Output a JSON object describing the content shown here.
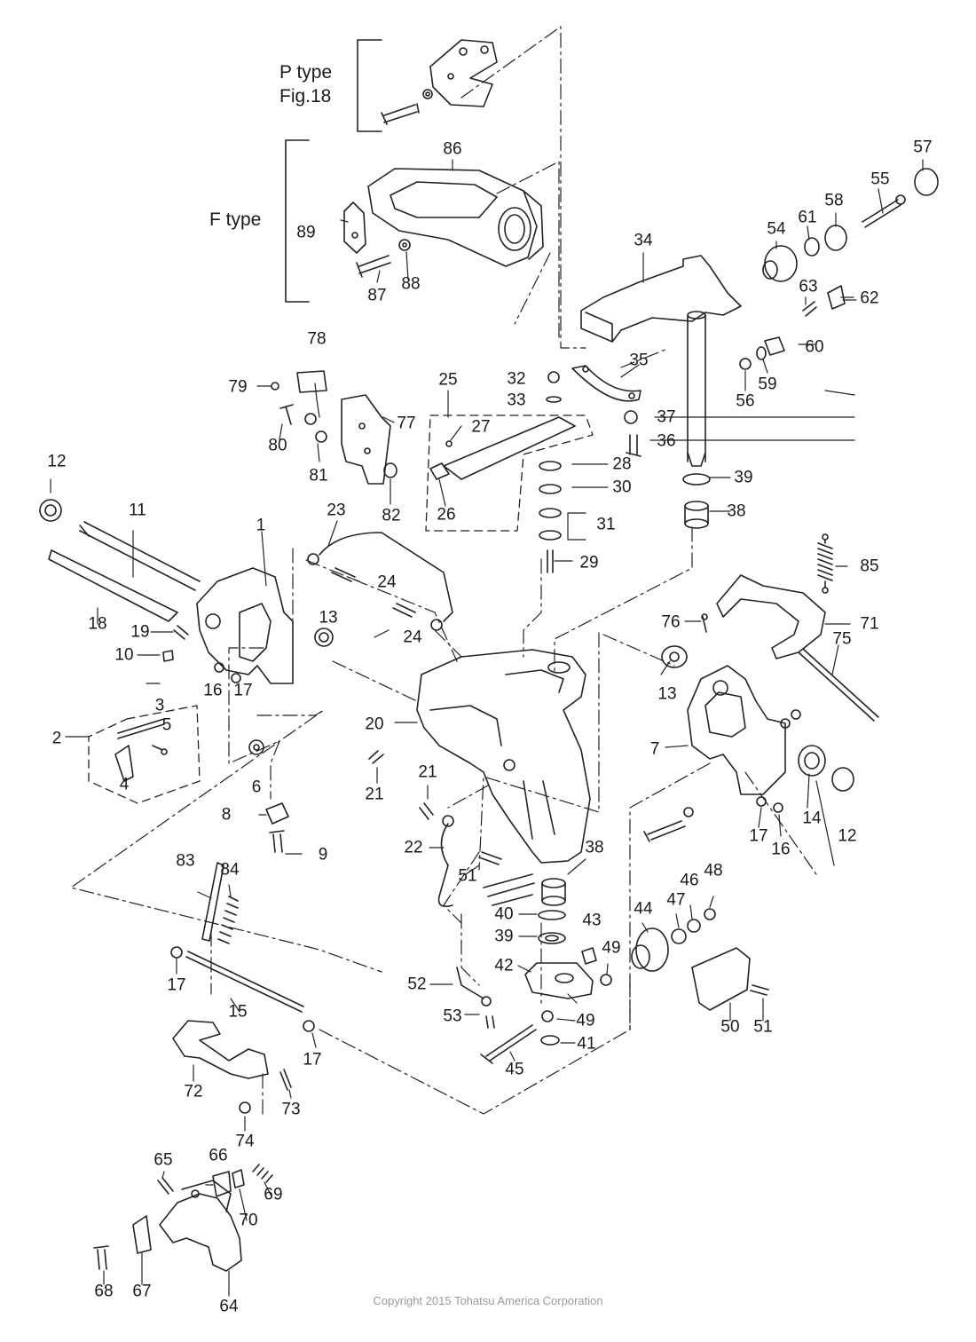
{
  "diagram": {
    "variants": {
      "p_type_line1": "P type",
      "p_type_line2": "Fig.18",
      "f_type": "F type"
    },
    "part_numbers": [
      "1",
      "2",
      "3",
      "4",
      "5",
      "6",
      "7",
      "8",
      "9",
      "10",
      "11",
      "12",
      "13",
      "14",
      "15",
      "16",
      "17",
      "18",
      "19",
      "20",
      "21",
      "22",
      "23",
      "24",
      "25",
      "26",
      "27",
      "28",
      "29",
      "30",
      "31",
      "32",
      "33",
      "34",
      "35",
      "36",
      "37",
      "38",
      "39",
      "40",
      "41",
      "42",
      "43",
      "44",
      "45",
      "46",
      "47",
      "48",
      "49",
      "50",
      "51",
      "52",
      "53",
      "54",
      "55",
      "56",
      "57",
      "58",
      "59",
      "60",
      "61",
      "62",
      "63",
      "64",
      "65",
      "66",
      "67",
      "68",
      "69",
      "70",
      "71",
      "72",
      "73",
      "74",
      "75",
      "76",
      "77",
      "78",
      "79",
      "80",
      "81",
      "82",
      "83",
      "84",
      "85",
      "86",
      "87",
      "88",
      "89"
    ],
    "copyright": "Copyright 2015 Tohatsu America Corporation"
  }
}
